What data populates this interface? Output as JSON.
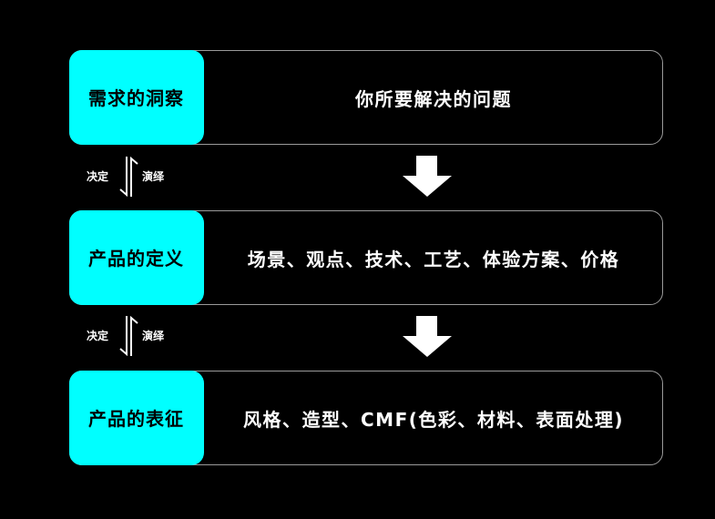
{
  "accent_color": "#00ffff",
  "rows": [
    {
      "tag": "需求的洞察",
      "desc": "你所要解决的问题"
    },
    {
      "tag": "产品的定义",
      "desc": "场景、观点、技术、工艺、体验方案、价格"
    },
    {
      "tag": "产品的表征",
      "desc": "风格、造型、CMF(色彩、材料、表面处理)"
    }
  ],
  "relations": [
    {
      "left": "决定",
      "right": "演绎",
      "icon": "double-harpoon-icon"
    },
    {
      "left": "决定",
      "right": "演绎",
      "icon": "double-harpoon-icon"
    }
  ],
  "arrows": [
    "down-arrow-icon",
    "down-arrow-icon"
  ]
}
